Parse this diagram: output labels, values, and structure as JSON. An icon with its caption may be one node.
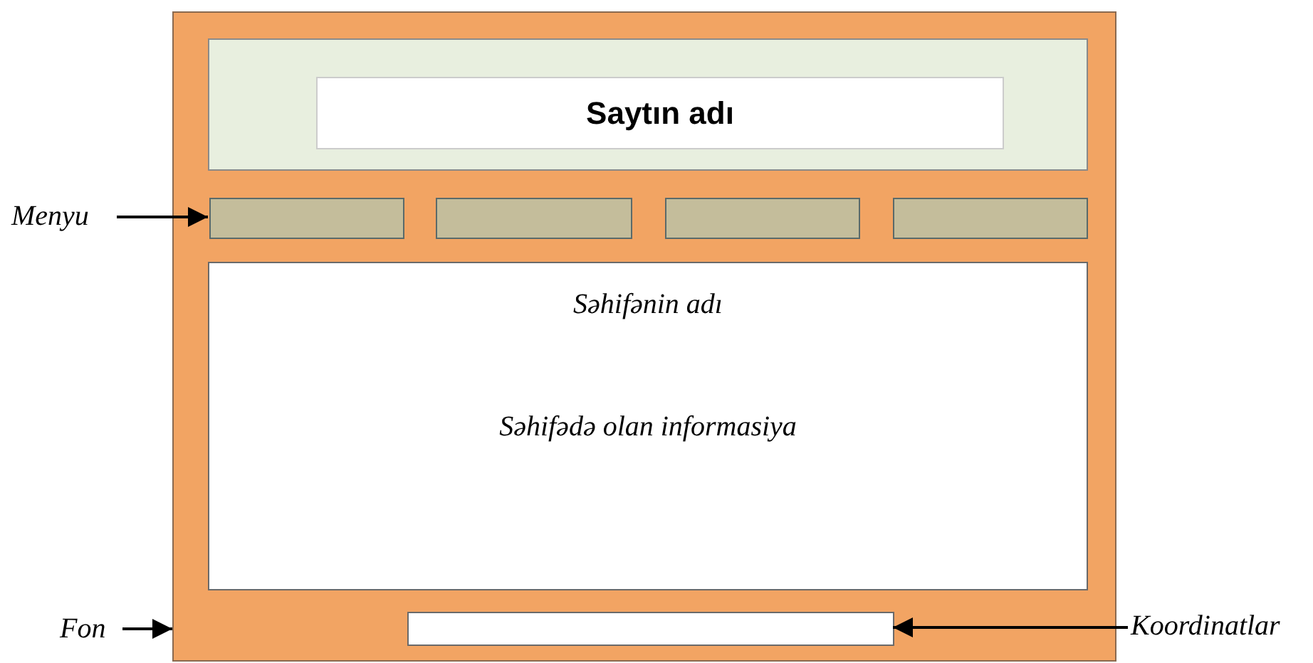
{
  "diagram": {
    "nodes": [
      {
        "text": [],
        "shape": "box"
      },
      {
        "text": [],
        "shape": "box",
        "in": 0
      },
      {
        "text": [
          "Saytın adı"
        ],
        "in": 1
      },
      {
        "text": [],
        "shape": "box",
        "in": 0
      },
      {
        "text": [],
        "shape": "box",
        "in": 0
      },
      {
        "text": [],
        "shape": "box",
        "in": 0
      },
      {
        "text": [],
        "shape": "box",
        "in": 0
      },
      {
        "text": [
          "Səhifənin adı",
          "Səhifədə olan informasiya"
        ],
        "in": 0
      },
      {
        "text": [],
        "shape": "box",
        "in": 0
      },
      {
        "text": [
          "Menyu"
        ]
      },
      {
        "text": [
          "Fon"
        ]
      },
      {
        "text": [
          "Koordinatlar"
        ]
      }
    ],
    "edges": [
      {
        "from": 9,
        "to": 3,
        "arrow": "to"
      },
      {
        "from": 10,
        "to": 0,
        "arrow": "to"
      },
      {
        "from": 11,
        "to": 8,
        "arrow": "to"
      }
    ]
  }
}
